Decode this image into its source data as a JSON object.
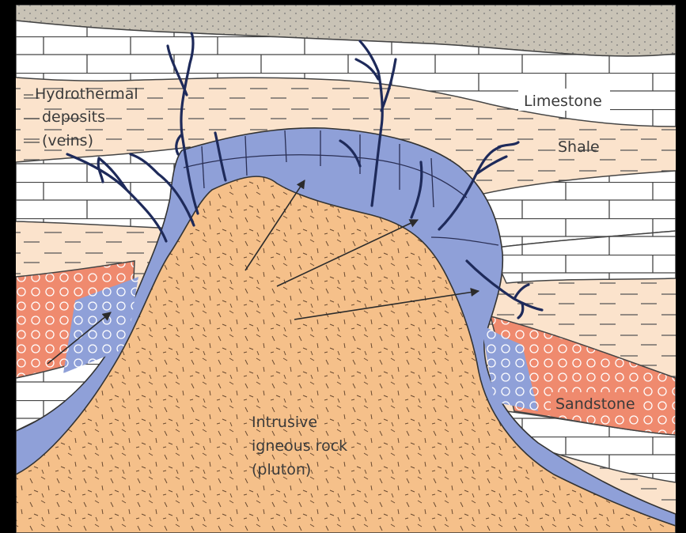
{
  "labels": {
    "hydrothermal_line1": "Hydrothermal",
    "hydrothermal_line2": "deposits",
    "hydrothermal_line3": "(veins)",
    "limestone": "Limestone",
    "shale": "Shale",
    "sandstone": "Sandstone",
    "pluton_line1": "Intrusive",
    "pluton_line2": "igneous rock",
    "pluton_line3": "(pluton)"
  },
  "colors": {
    "frame": "#000000",
    "limestone": "#ffffff",
    "shale": "#fbe3cc",
    "sandstone": "#ef8a6e",
    "pluton": "#f5c08a",
    "contact_zone": "#8fa0d8",
    "vein": "#1e2a5a",
    "soil": "#c9c3b6"
  },
  "icons": [
    "arrow-icon"
  ]
}
